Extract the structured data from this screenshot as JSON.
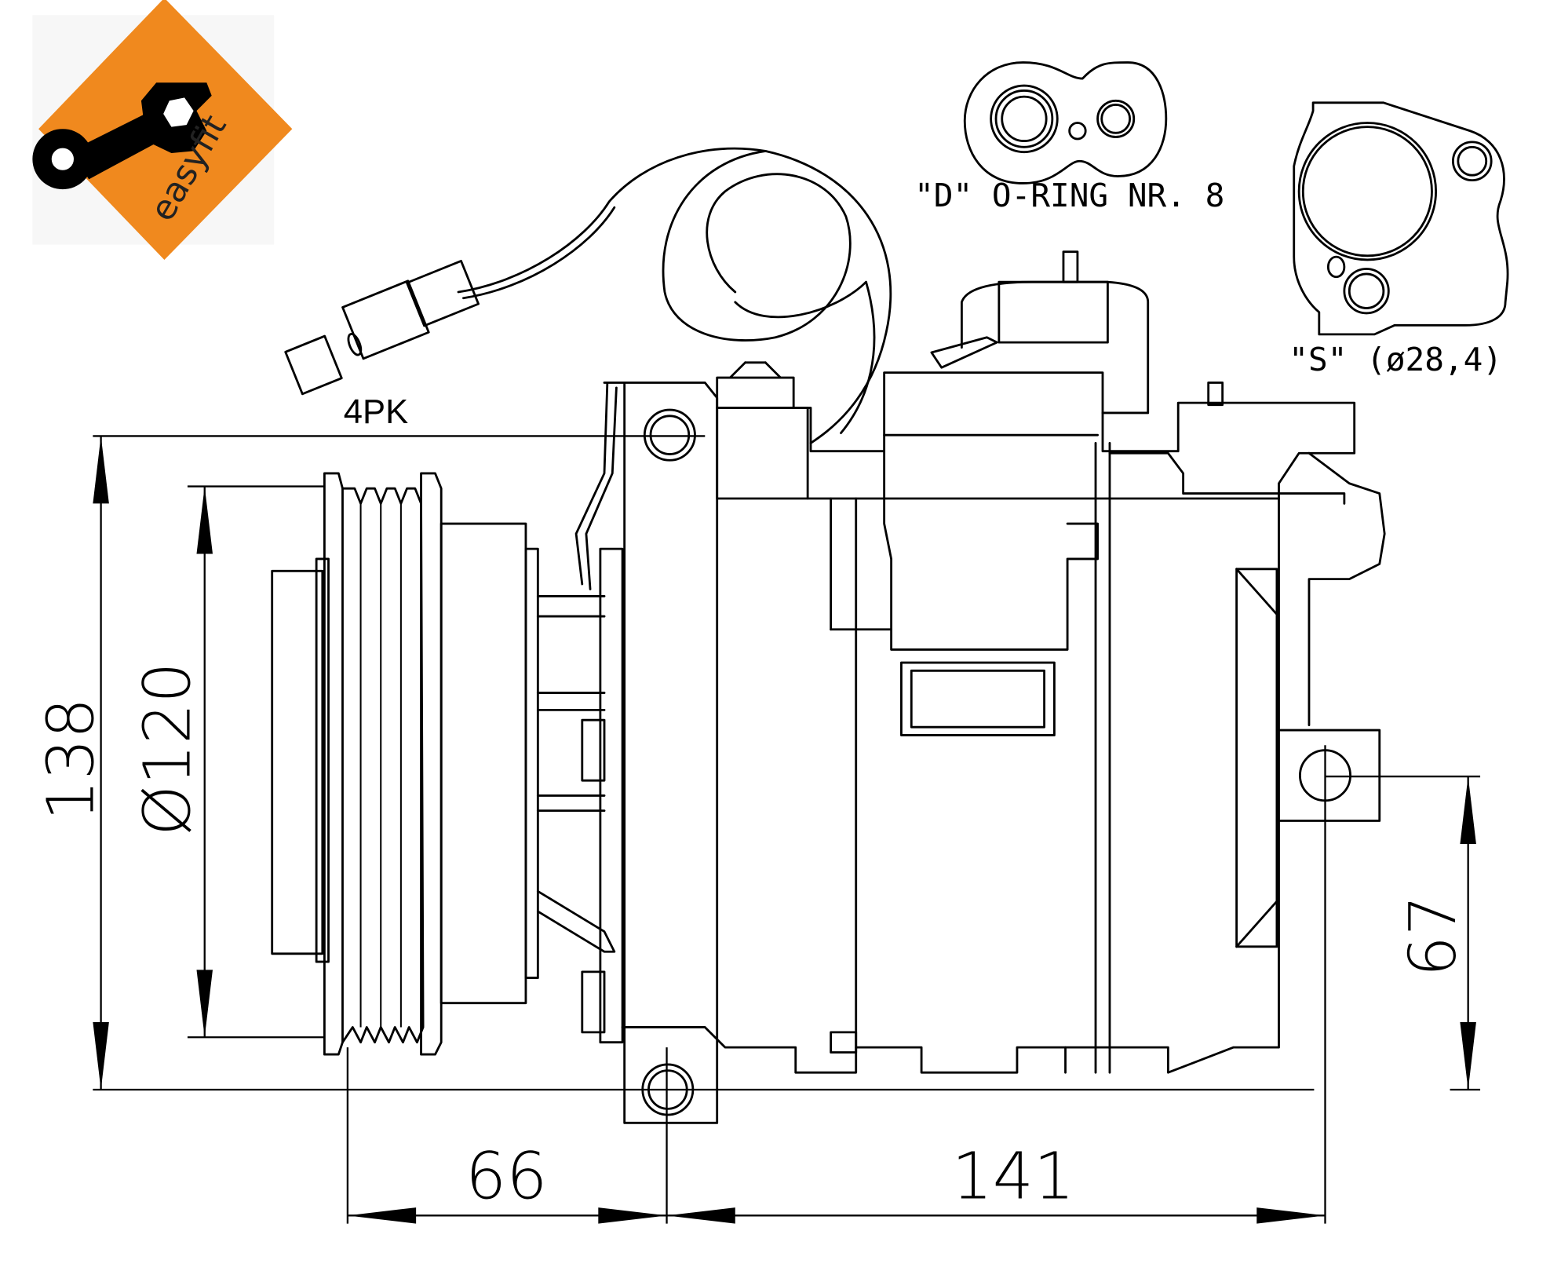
{
  "logo": {
    "text": "easyfit",
    "colors": {
      "diamond": "#F0891E",
      "wrench": "#000000",
      "background": "#F7F7F7"
    }
  },
  "labels": {
    "belt": "4PK",
    "d_oring": "\"D\" O-RING NR. 8",
    "s_gasket": "\"S\" (ø28,4)"
  },
  "dimensions": {
    "height": "138",
    "pulley_diameter": "Ø120",
    "mount_height": "67",
    "pulley_offset": "66",
    "mount_span": "141"
  }
}
